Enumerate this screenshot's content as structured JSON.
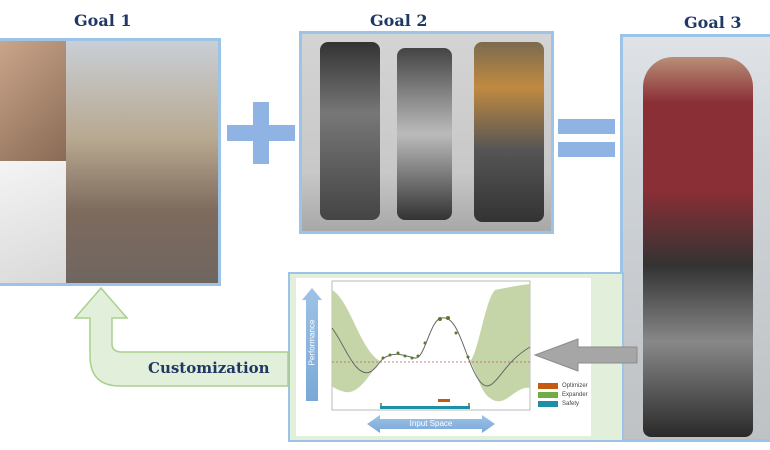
{
  "titles": {
    "goal1": "Goal 1",
    "goal2": "Goal 2",
    "goal3": "Goal 3"
  },
  "customization_label": "Customization",
  "chart": {
    "y_axis_label": "Performance",
    "x_axis_label": "Input Space",
    "legend": [
      {
        "label": "Optimizer",
        "color": "#c55a11"
      },
      {
        "label": "Expander",
        "color": "#70ad47"
      },
      {
        "label": "Safety",
        "color": "#1f8fa8"
      }
    ]
  },
  "colors": {
    "accent_blue": "#9dc3e6",
    "green_panel": "#e2efda",
    "band": "#c5d5a8"
  }
}
